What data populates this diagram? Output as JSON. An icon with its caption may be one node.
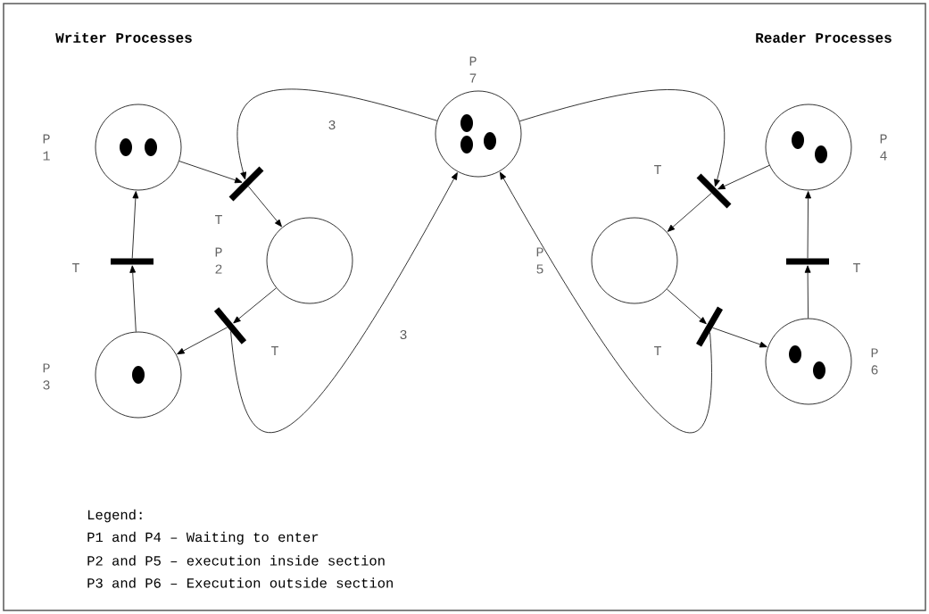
{
  "diagram": {
    "nodes": [
      {
        "text": [],
        "shape": "circle",
        "beside": [
          "P 1"
        ]
      },
      {
        "text": [],
        "shape": "circle",
        "beside": [
          "P 2"
        ]
      },
      {
        "text": [],
        "shape": "circle",
        "beside": [
          "P 3"
        ]
      },
      {
        "text": [],
        "shape": "circle",
        "beside": [
          "P 4"
        ]
      },
      {
        "text": [],
        "shape": "circle",
        "beside": [
          "P 5"
        ]
      },
      {
        "text": [],
        "shape": "circle",
        "beside": [
          "P 6"
        ]
      },
      {
        "text": [],
        "shape": "circle",
        "beside": [
          "P 7"
        ]
      },
      {
        "text": [],
        "shape": "bar",
        "beside": [
          "T"
        ]
      },
      {
        "text": [],
        "shape": "bar",
        "beside": [
          "T"
        ]
      },
      {
        "text": [],
        "shape": "bar",
        "beside": [
          "T"
        ]
      },
      {
        "text": [],
        "shape": "bar",
        "beside": [
          "T"
        ]
      },
      {
        "text": [],
        "shape": "bar",
        "beside": [
          "T"
        ]
      },
      {
        "text": [],
        "shape": "bar",
        "beside": [
          "T"
        ]
      }
    ],
    "edges": [
      {
        "from": 2,
        "to": 7,
        "arrow": "to"
      },
      {
        "from": 7,
        "to": 0,
        "arrow": "to"
      },
      {
        "from": 0,
        "to": 8,
        "arrow": "to"
      },
      {
        "from": 8,
        "to": 1,
        "arrow": "to"
      },
      {
        "from": 1,
        "to": 9,
        "arrow": "to"
      },
      {
        "from": 9,
        "to": 2,
        "arrow": "to"
      },
      {
        "from": 6,
        "to": 8,
        "arrow": "to",
        "label": "3"
      },
      {
        "from": 9,
        "to": 6,
        "arrow": "to",
        "label": "3"
      },
      {
        "from": 5,
        "to": 10,
        "arrow": "to"
      },
      {
        "from": 10,
        "to": 3,
        "arrow": "to"
      },
      {
        "from": 3,
        "to": 11,
        "arrow": "to"
      },
      {
        "from": 11,
        "to": 4,
        "arrow": "to"
      },
      {
        "from": 6,
        "to": 11,
        "arrow": "to"
      },
      {
        "from": 4,
        "to": 12,
        "arrow": "to"
      },
      {
        "from": 12,
        "to": 5,
        "arrow": "to"
      },
      {
        "from": 12,
        "to": 6,
        "arrow": "to"
      }
    ],
    "labels": [
      "Writer Processes",
      "Reader Processes",
      "Legend:",
      "P1 and P4 – Waiting to enter",
      "P2 and P5 – execution inside section",
      "P3 and P6 – Execution outside section"
    ]
  }
}
